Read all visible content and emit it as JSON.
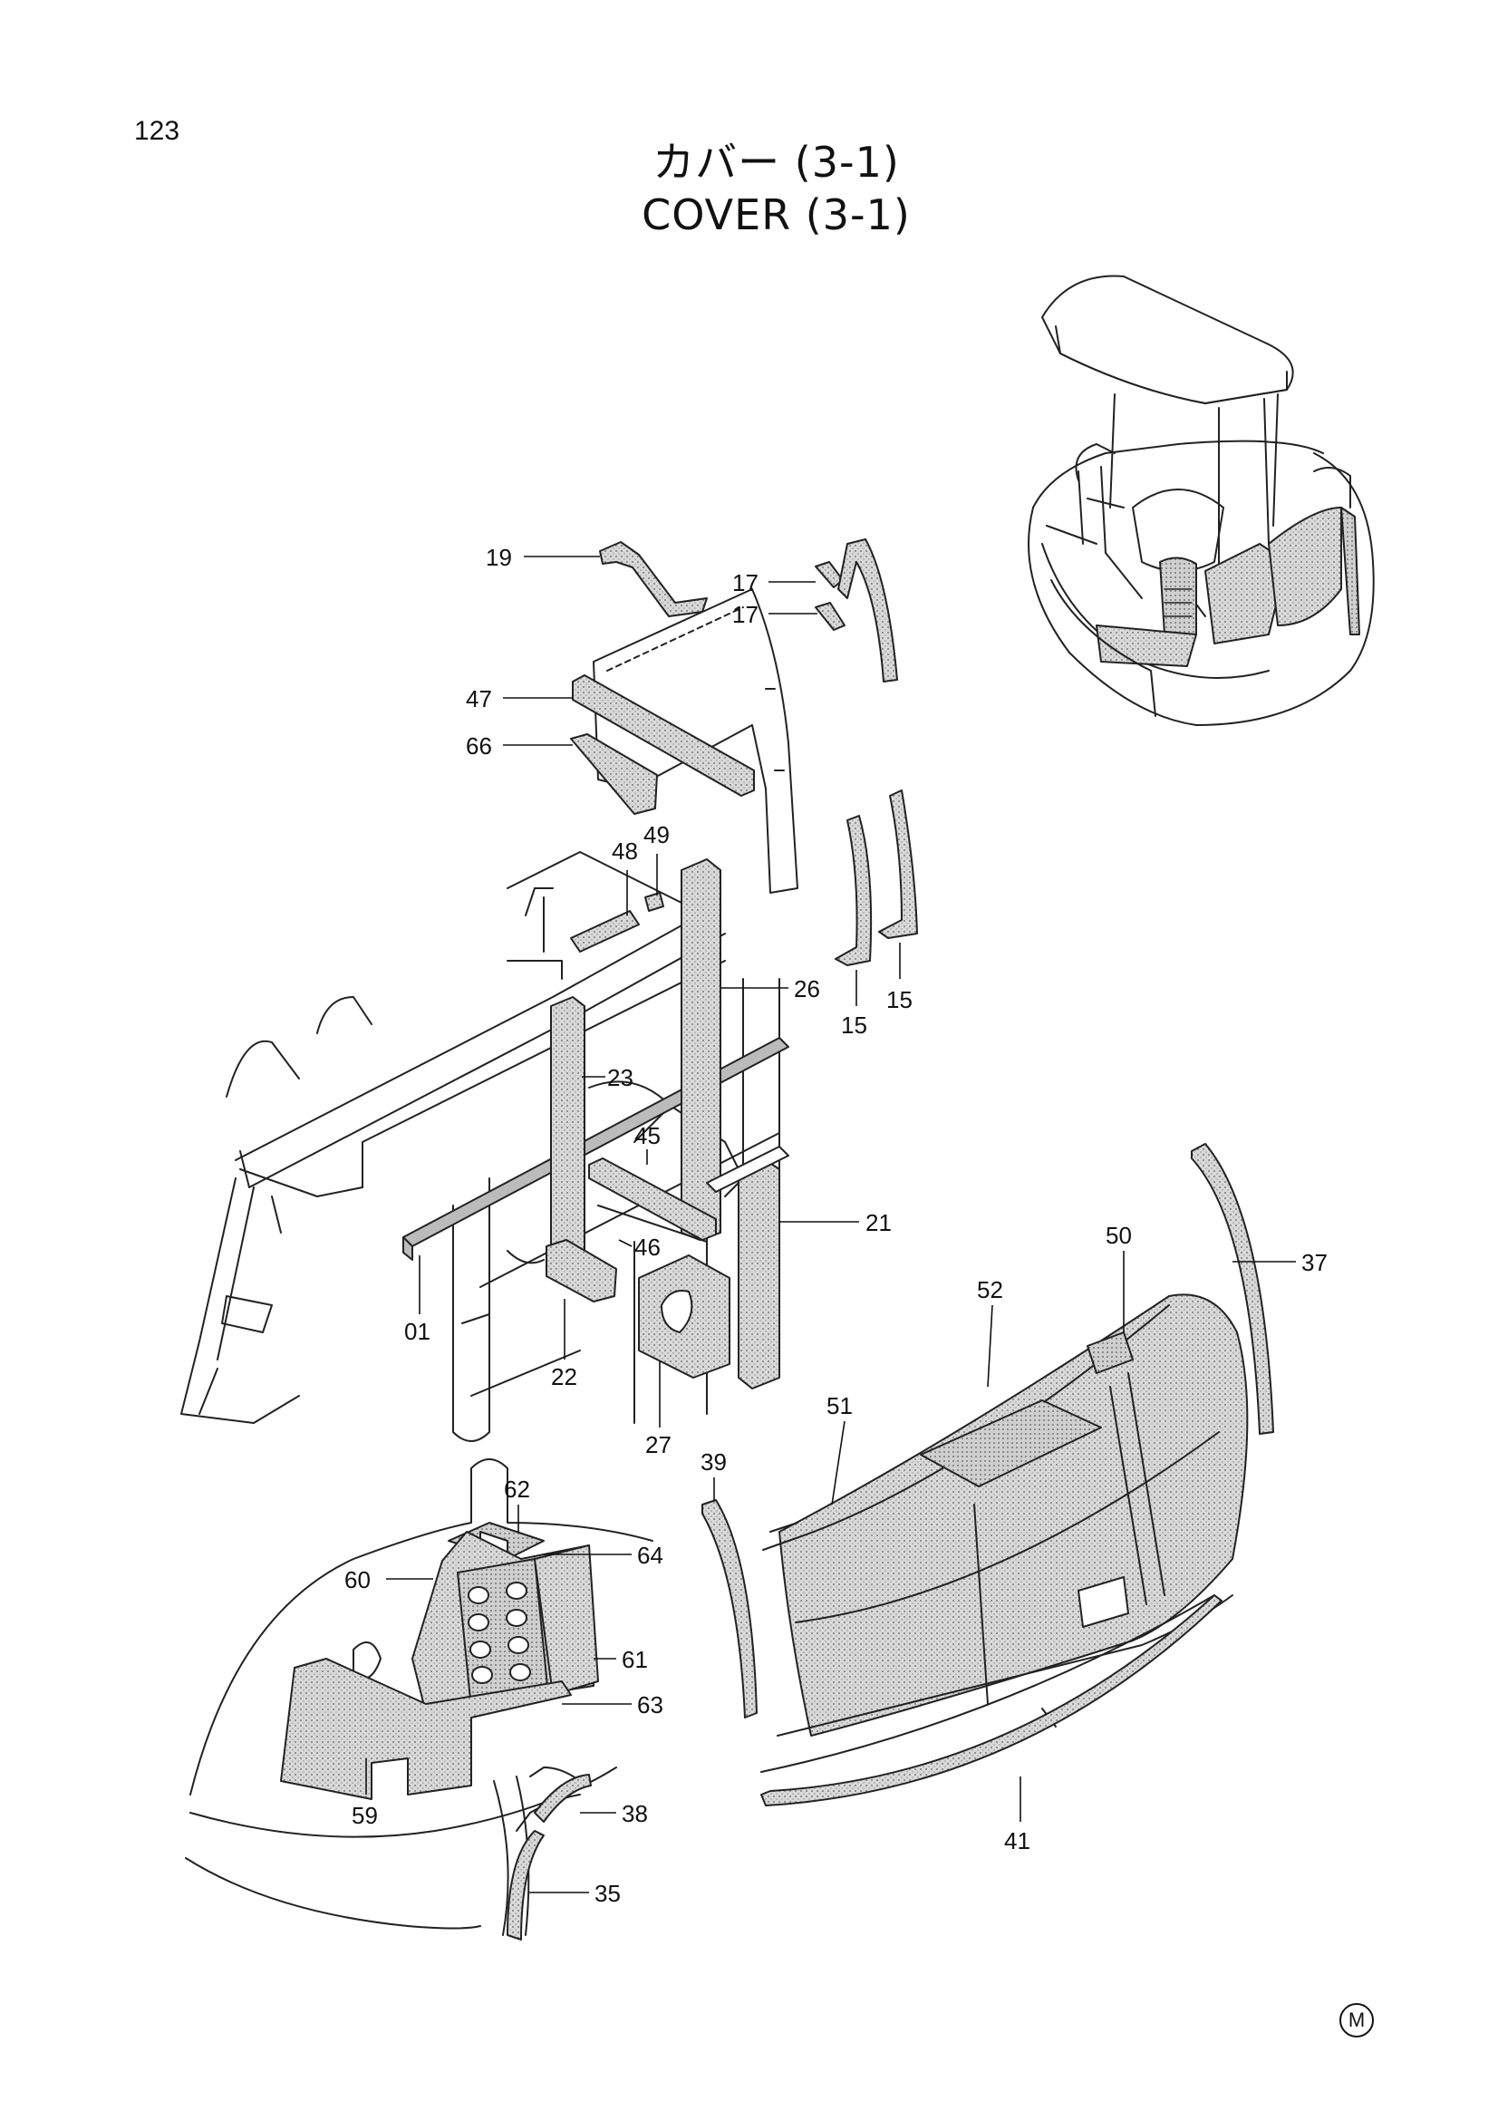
{
  "page": {
    "number": "123"
  },
  "title": {
    "jp": "カバー (3-1)",
    "en": "COVER (3-1)"
  },
  "callouts": [
    {
      "id": "c19",
      "label": "19"
    },
    {
      "id": "c17a",
      "label": "17"
    },
    {
      "id": "c17b",
      "label": "17"
    },
    {
      "id": "c47",
      "label": "47"
    },
    {
      "id": "c66",
      "label": "66"
    },
    {
      "id": "c48",
      "label": "48"
    },
    {
      "id": "c49",
      "label": "49"
    },
    {
      "id": "c26",
      "label": "26"
    },
    {
      "id": "c15a",
      "label": "15"
    },
    {
      "id": "c15b",
      "label": "15"
    },
    {
      "id": "c23",
      "label": "23"
    },
    {
      "id": "c45",
      "label": "45"
    },
    {
      "id": "c46",
      "label": "46"
    },
    {
      "id": "c21",
      "label": "21"
    },
    {
      "id": "c01",
      "label": "01"
    },
    {
      "id": "c22",
      "label": "22"
    },
    {
      "id": "c27",
      "label": "27"
    },
    {
      "id": "c50",
      "label": "50"
    },
    {
      "id": "c37",
      "label": "37"
    },
    {
      "id": "c52",
      "label": "52"
    },
    {
      "id": "c51",
      "label": "51"
    },
    {
      "id": "c39",
      "label": "39"
    },
    {
      "id": "c62",
      "label": "62"
    },
    {
      "id": "c64",
      "label": "64"
    },
    {
      "id": "c60",
      "label": "60"
    },
    {
      "id": "c61",
      "label": "61"
    },
    {
      "id": "c63",
      "label": "63"
    },
    {
      "id": "c59",
      "label": "59"
    },
    {
      "id": "c38",
      "label": "38"
    },
    {
      "id": "c35",
      "label": "35"
    },
    {
      "id": "c41",
      "label": "41"
    }
  ],
  "mark": "M"
}
